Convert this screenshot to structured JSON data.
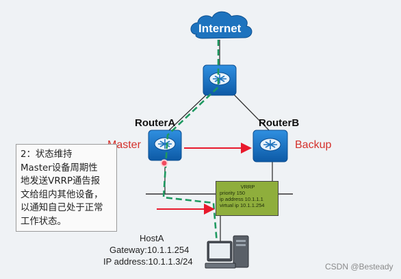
{
  "internet": {
    "label": "Internet"
  },
  "routers": {
    "routerA": {
      "name": "RouterA",
      "role": "Master"
    },
    "routerB": {
      "name": "RouterB",
      "role": "Backup"
    }
  },
  "callout": {
    "lines": [
      "2：状态维持",
      "Master设备周期性",
      "地发送VRRP通告报",
      "文给组内其他设备，",
      "以通知自己处于正常",
      "工作状态。"
    ]
  },
  "vrrp": {
    "title": "VRRP",
    "priority": "priority 150",
    "ip_address": "ip address 10.1.1.1",
    "virtual_ip": "virtual ip 10.1.1.254"
  },
  "host": {
    "name": "HostA",
    "gateway": "Gateway:10.1.1.254",
    "ip": "IP address:10.1.1.3/24"
  },
  "watermark": "CSDN @Besteady",
  "colors": {
    "router_blue": "#1e73be",
    "path_green": "#1e9960",
    "arrow_red": "#e8192c",
    "vrrp_green": "#8fae3c",
    "role_red": "#d4302b"
  }
}
